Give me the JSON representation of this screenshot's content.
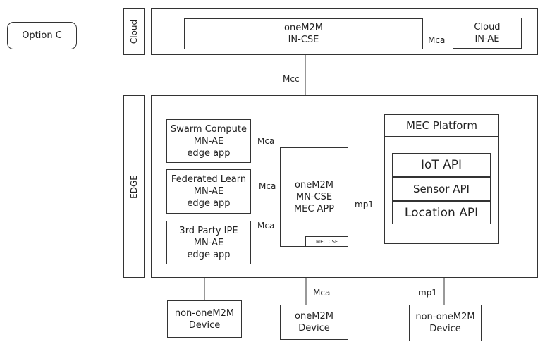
{
  "option_label": "Option C",
  "cloud": {
    "label": "Cloud",
    "in_cse": {
      "line1": "oneM2M",
      "line2": "IN-CSE"
    },
    "in_ae": {
      "line1": "Cloud",
      "line2": "IN-AE"
    }
  },
  "edge": {
    "label": "EDGE",
    "swarm": {
      "line1": "Swarm Compute",
      "line2": "MN-AE",
      "line3": "edge app"
    },
    "federated": {
      "line1": "Federated Learn",
      "line2": "MN-AE",
      "line3": "edge app"
    },
    "ipe": {
      "line1": "3rd Party IPE",
      "line2": "MN-AE",
      "line3": "edge app"
    },
    "mn_cse": {
      "line1": "oneM2M",
      "line2": "MN-CSE",
      "line3": "MEC APP",
      "tag": "MEC CSF"
    },
    "mec_platform": {
      "title": "MEC Platform",
      "apis": [
        "IoT API",
        "Sensor API",
        "Location API"
      ]
    }
  },
  "devices": {
    "non_onem2m_left": {
      "line1": "non-oneM2M",
      "line2": "Device"
    },
    "onem2m": {
      "line1": "oneM2M",
      "line2": "Device"
    },
    "non_onem2m_right": {
      "line1": "non-oneM2M",
      "line2": "Device"
    }
  },
  "links": {
    "mca": "Mca",
    "mcc": "Mcc",
    "mp1": "mp1"
  }
}
